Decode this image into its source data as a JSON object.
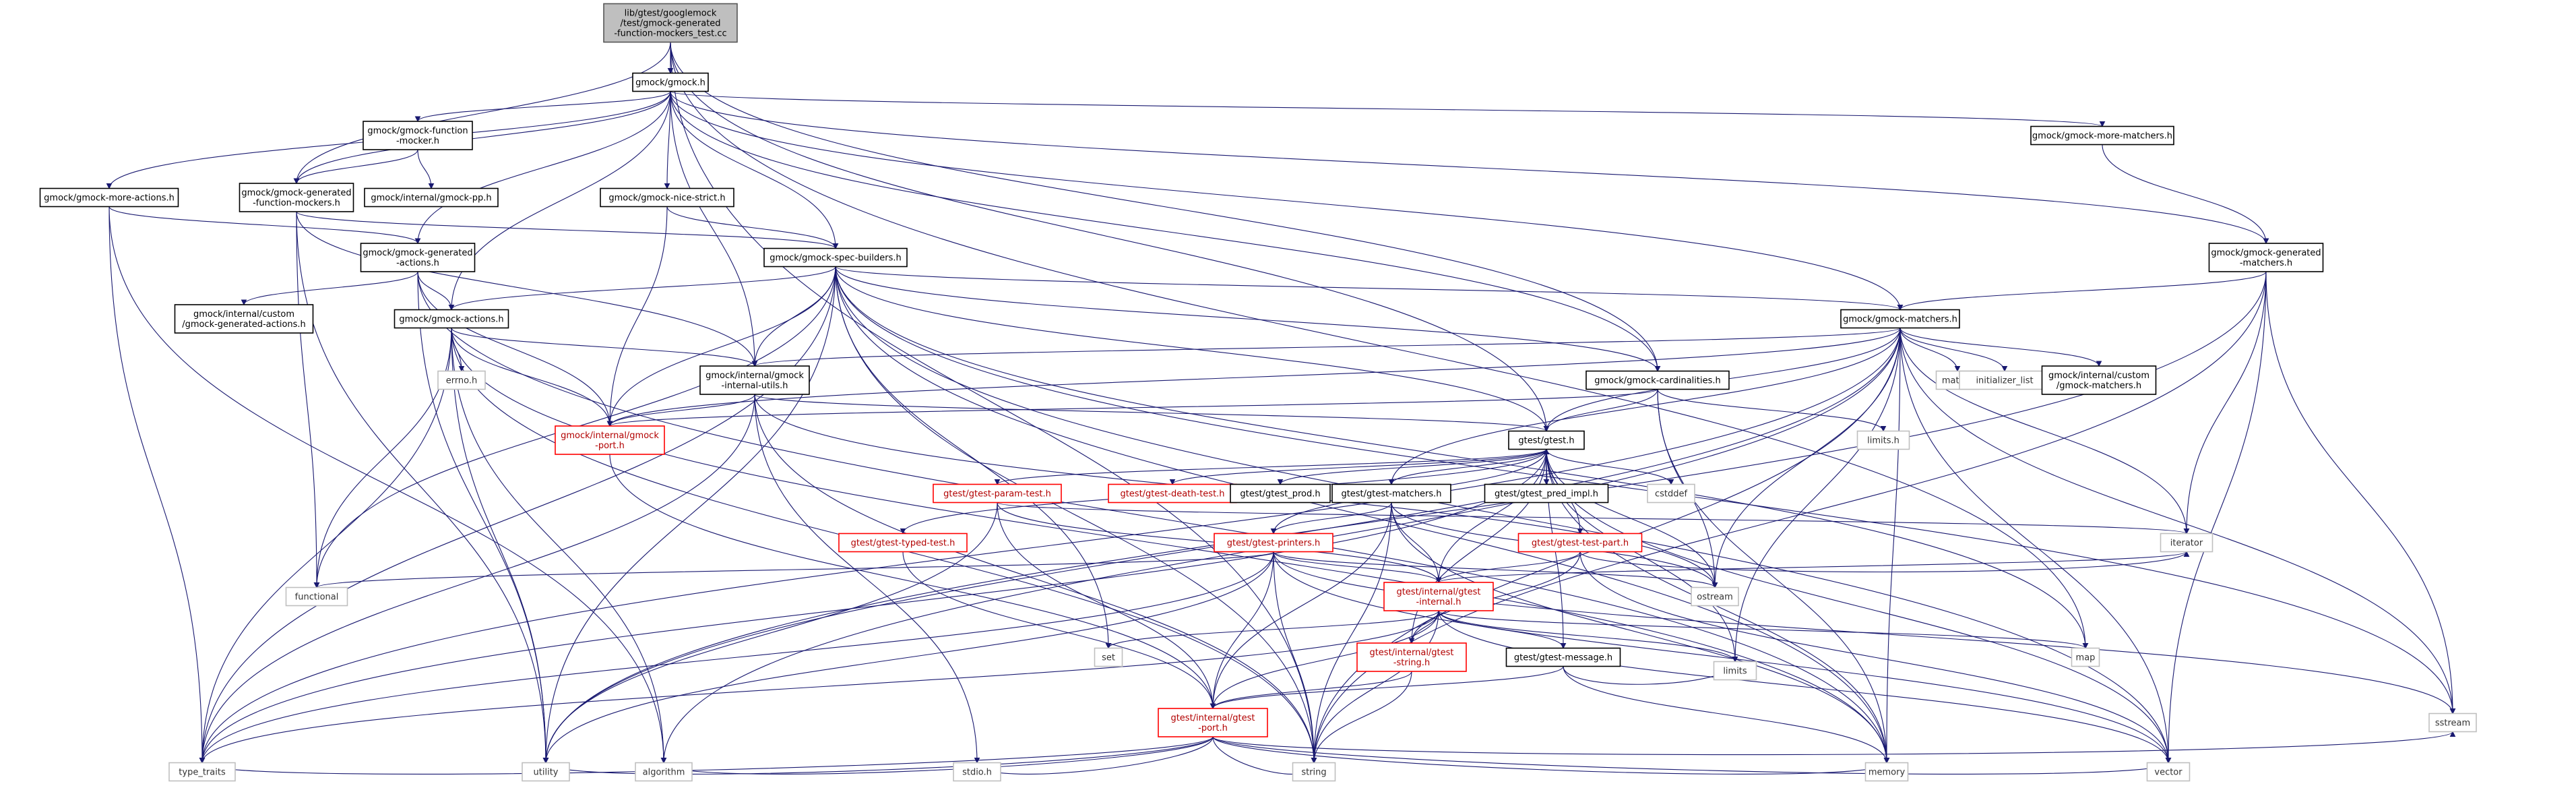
{
  "nodes": [
    {
      "id": "root",
      "lines": [
        "lib/gtest/googlemock",
        "/test/gmock-generated",
        "-function-mockers_test.cc"
      ],
      "style": "root"
    },
    {
      "id": "gmock_h",
      "lines": [
        "gmock/gmock.h"
      ],
      "style": "box"
    },
    {
      "id": "more_actions",
      "lines": [
        "gmock/gmock-more-actions.h"
      ],
      "style": "box"
    },
    {
      "id": "function_mocker",
      "lines": [
        "gmock/gmock-function",
        "-mocker.h"
      ],
      "style": "box"
    },
    {
      "id": "gen_function_mockers",
      "lines": [
        "gmock/gmock-generated",
        "-function-mockers.h"
      ],
      "style": "box"
    },
    {
      "id": "gmock_pp",
      "lines": [
        "gmock/internal/gmock-pp.h"
      ],
      "style": "box"
    },
    {
      "id": "nice_strict",
      "lines": [
        "gmock/gmock-nice-strict.h"
      ],
      "style": "box"
    },
    {
      "id": "more_matchers",
      "lines": [
        "gmock/gmock-more-matchers.h"
      ],
      "style": "box"
    },
    {
      "id": "gen_actions",
      "lines": [
        "gmock/gmock-generated",
        "-actions.h"
      ],
      "style": "box"
    },
    {
      "id": "spec_builders",
      "lines": [
        "gmock/gmock-spec-builders.h"
      ],
      "style": "box"
    },
    {
      "id": "gen_matchers",
      "lines": [
        "gmock/gmock-generated",
        "-matchers.h"
      ],
      "style": "box"
    },
    {
      "id": "custom_gen_actions",
      "lines": [
        "gmock/internal/custom",
        "/gmock-generated-actions.h"
      ],
      "style": "box"
    },
    {
      "id": "gmock_actions",
      "lines": [
        "gmock/gmock-actions.h"
      ],
      "style": "box"
    },
    {
      "id": "gmock_matchers",
      "lines": [
        "gmock/gmock-matchers.h"
      ],
      "style": "box"
    },
    {
      "id": "errno",
      "lines": [
        "errno.h"
      ],
      "style": "nobox"
    },
    {
      "id": "internal_utils",
      "lines": [
        "gmock/internal/gmock",
        "-internal-utils.h"
      ],
      "style": "box"
    },
    {
      "id": "cardinalities",
      "lines": [
        "gmock/gmock-cardinalities.h"
      ],
      "style": "box"
    },
    {
      "id": "math",
      "lines": [
        "math.h"
      ],
      "style": "nobox"
    },
    {
      "id": "init_list",
      "lines": [
        "initializer_list"
      ],
      "style": "nobox"
    },
    {
      "id": "custom_matchers",
      "lines": [
        "gmock/internal/custom",
        "/gmock-matchers.h"
      ],
      "style": "box"
    },
    {
      "id": "gmock_port",
      "lines": [
        "gmock/internal/gmock",
        "-port.h"
      ],
      "style": "red"
    },
    {
      "id": "limits_h",
      "lines": [
        "limits.h"
      ],
      "style": "nobox"
    },
    {
      "id": "gtest_h",
      "lines": [
        "gtest/gtest.h"
      ],
      "style": "box"
    },
    {
      "id": "param_test",
      "lines": [
        "gtest/gtest-param-test.h"
      ],
      "style": "red"
    },
    {
      "id": "death_test",
      "lines": [
        "gtest/gtest-death-test.h"
      ],
      "style": "red"
    },
    {
      "id": "gtest_prod",
      "lines": [
        "gtest/gtest_prod.h"
      ],
      "style": "box"
    },
    {
      "id": "gtest_matchers",
      "lines": [
        "gtest/gtest-matchers.h"
      ],
      "style": "box"
    },
    {
      "id": "pred_impl",
      "lines": [
        "gtest/gtest_pred_impl.h"
      ],
      "style": "box"
    },
    {
      "id": "cstddef",
      "lines": [
        "cstddef"
      ],
      "style": "nobox"
    },
    {
      "id": "iterator",
      "lines": [
        "iterator"
      ],
      "style": "nobox"
    },
    {
      "id": "typed_test",
      "lines": [
        "gtest/gtest-typed-test.h"
      ],
      "style": "red"
    },
    {
      "id": "gtest_printers",
      "lines": [
        "gtest/gtest-printers.h"
      ],
      "style": "red"
    },
    {
      "id": "test_part",
      "lines": [
        "gtest/gtest-test-part.h"
      ],
      "style": "red"
    },
    {
      "id": "functional",
      "lines": [
        "functional"
      ],
      "style": "nobox"
    },
    {
      "id": "ostream",
      "lines": [
        "ostream"
      ],
      "style": "nobox"
    },
    {
      "id": "gtest_internal",
      "lines": [
        "gtest/internal/gtest",
        "-internal.h"
      ],
      "style": "red"
    },
    {
      "id": "map",
      "lines": [
        "map"
      ],
      "style": "nobox"
    },
    {
      "id": "set",
      "lines": [
        "set"
      ],
      "style": "nobox"
    },
    {
      "id": "gtest_string",
      "lines": [
        "gtest/internal/gtest",
        "-string.h"
      ],
      "style": "red"
    },
    {
      "id": "gtest_message",
      "lines": [
        "gtest/gtest-message.h"
      ],
      "style": "box"
    },
    {
      "id": "limits",
      "lines": [
        "limits"
      ],
      "style": "nobox"
    },
    {
      "id": "gtest_port",
      "lines": [
        "gtest/internal/gtest",
        "-port.h"
      ],
      "style": "red"
    },
    {
      "id": "sstream",
      "lines": [
        "sstream"
      ],
      "style": "nobox"
    },
    {
      "id": "type_traits",
      "lines": [
        "type_traits"
      ],
      "style": "nobox"
    },
    {
      "id": "utility",
      "lines": [
        "utility"
      ],
      "style": "nobox"
    },
    {
      "id": "algorithm",
      "lines": [
        "algorithm"
      ],
      "style": "nobox"
    },
    {
      "id": "stdio",
      "lines": [
        "stdio.h"
      ],
      "style": "nobox"
    },
    {
      "id": "string",
      "lines": [
        "string"
      ],
      "style": "nobox"
    },
    {
      "id": "memory",
      "lines": [
        "memory"
      ],
      "style": "nobox"
    },
    {
      "id": "vector",
      "lines": [
        "vector"
      ],
      "style": "nobox"
    }
  ],
  "edges": [
    [
      "root",
      "gmock_h"
    ],
    [
      "root",
      "gen_function_mockers"
    ],
    [
      "root",
      "gtest_h"
    ],
    [
      "root",
      "cardinalities"
    ],
    [
      "root",
      "map"
    ],
    [
      "root",
      "string"
    ],
    [
      "gmock_h",
      "more_actions"
    ],
    [
      "gmock_h",
      "function_mocker"
    ],
    [
      "gmock_h",
      "gen_function_mockers"
    ],
    [
      "gmock_h",
      "nice_strict"
    ],
    [
      "gmock_h",
      "more_matchers"
    ],
    [
      "gmock_h",
      "gen_actions"
    ],
    [
      "gmock_h",
      "gmock_actions"
    ],
    [
      "gmock_h",
      "gen_matchers"
    ],
    [
      "gmock_h",
      "gmock_matchers"
    ],
    [
      "gmock_h",
      "internal_utils"
    ],
    [
      "gmock_h",
      "cardinalities"
    ],
    [
      "gmock_h",
      "spec_builders"
    ],
    [
      "function_mocker",
      "gen_function_mockers"
    ],
    [
      "function_mocker",
      "gmock_pp"
    ],
    [
      "more_actions",
      "gen_actions"
    ],
    [
      "more_actions",
      "type_traits"
    ],
    [
      "more_actions",
      "algorithm"
    ],
    [
      "gen_function_mockers",
      "spec_builders"
    ],
    [
      "gen_function_mockers",
      "internal_utils"
    ],
    [
      "gen_function_mockers",
      "functional"
    ],
    [
      "gen_function_mockers",
      "utility"
    ],
    [
      "nice_strict",
      "spec_builders"
    ],
    [
      "nice_strict",
      "gmock_port"
    ],
    [
      "more_matchers",
      "gen_matchers"
    ],
    [
      "gen_actions",
      "custom_gen_actions"
    ],
    [
      "gen_actions",
      "gmock_actions"
    ],
    [
      "gen_actions",
      "gmock_port"
    ],
    [
      "gen_actions",
      "memory"
    ],
    [
      "gen_actions",
      "utility"
    ],
    [
      "spec_builders",
      "gmock_actions"
    ],
    [
      "spec_builders",
      "gmock_matchers"
    ],
    [
      "spec_builders",
      "internal_utils"
    ],
    [
      "spec_builders",
      "cardinalities"
    ],
    [
      "spec_builders",
      "gmock_port"
    ],
    [
      "spec_builders",
      "gtest_h"
    ],
    [
      "spec_builders",
      "functional"
    ],
    [
      "spec_builders",
      "type_traits"
    ],
    [
      "spec_builders",
      "utility"
    ],
    [
      "spec_builders",
      "string"
    ],
    [
      "spec_builders",
      "set"
    ],
    [
      "spec_builders",
      "memory"
    ],
    [
      "spec_builders",
      "vector"
    ],
    [
      "spec_builders",
      "sstream"
    ],
    [
      "spec_builders",
      "map"
    ],
    [
      "gen_matchers",
      "gmock_matchers"
    ],
    [
      "gen_matchers",
      "iterator"
    ],
    [
      "gen_matchers",
      "sstream"
    ],
    [
      "gen_matchers",
      "string"
    ],
    [
      "gen_matchers",
      "vector"
    ],
    [
      "gen_matchers",
      "utility"
    ],
    [
      "gmock_actions",
      "errno"
    ],
    [
      "gmock_actions",
      "internal_utils"
    ],
    [
      "gmock_actions",
      "gmock_port"
    ],
    [
      "gmock_actions",
      "functional"
    ],
    [
      "gmock_actions",
      "memory"
    ],
    [
      "gmock_actions",
      "string"
    ],
    [
      "gmock_actions",
      "type_traits"
    ],
    [
      "gmock_actions",
      "utility"
    ],
    [
      "gmock_actions",
      "algorithm"
    ],
    [
      "gmock_matchers",
      "internal_utils"
    ],
    [
      "gmock_matchers",
      "gmock_port"
    ],
    [
      "gmock_matchers",
      "gtest_h"
    ],
    [
      "gmock_matchers",
      "math"
    ],
    [
      "gmock_matchers",
      "init_list"
    ],
    [
      "gmock_matchers",
      "custom_matchers"
    ],
    [
      "gmock_matchers",
      "iterator"
    ],
    [
      "gmock_matchers",
      "limits"
    ],
    [
      "gmock_matchers",
      "memory"
    ],
    [
      "gmock_matchers",
      "ostream"
    ],
    [
      "gmock_matchers",
      "sstream"
    ],
    [
      "gmock_matchers",
      "string"
    ],
    [
      "gmock_matchers",
      "type_traits"
    ],
    [
      "gmock_matchers",
      "utility"
    ],
    [
      "gmock_matchers",
      "vector"
    ],
    [
      "gmock_matchers",
      "gtest_matchers"
    ],
    [
      "gmock_matchers",
      "algorithm"
    ],
    [
      "internal_utils",
      "gmock_port"
    ],
    [
      "internal_utils",
      "gtest_h"
    ],
    [
      "internal_utils",
      "stdio"
    ],
    [
      "internal_utils",
      "ostream"
    ],
    [
      "internal_utils",
      "string"
    ],
    [
      "internal_utils",
      "type_traits"
    ],
    [
      "cardinalities",
      "gmock_port"
    ],
    [
      "cardinalities",
      "gtest_h"
    ],
    [
      "cardinalities",
      "limits_h"
    ],
    [
      "cardinalities",
      "memory"
    ],
    [
      "cardinalities",
      "ostream"
    ],
    [
      "gmock_port",
      "gtest_port"
    ],
    [
      "gtest_h",
      "param_test"
    ],
    [
      "gtest_h",
      "death_test"
    ],
    [
      "gtest_h",
      "gtest_prod"
    ],
    [
      "gtest_h",
      "gtest_matchers"
    ],
    [
      "gtest_h",
      "pred_impl"
    ],
    [
      "gtest_h",
      "cstddef"
    ],
    [
      "gtest_h",
      "typed_test"
    ],
    [
      "gtest_h",
      "gtest_printers"
    ],
    [
      "gtest_h",
      "test_part"
    ],
    [
      "gtest_h",
      "gtest_internal"
    ],
    [
      "gtest_h",
      "gtest_string"
    ],
    [
      "gtest_h",
      "gtest_message"
    ],
    [
      "gtest_h",
      "limits"
    ],
    [
      "gtest_h",
      "ostream"
    ],
    [
      "gtest_h",
      "memory"
    ],
    [
      "gtest_h",
      "vector"
    ],
    [
      "gtest_h",
      "type_traits"
    ],
    [
      "pred_impl",
      "gtest_h"
    ],
    [
      "param_test",
      "iterator"
    ],
    [
      "param_test",
      "gtest_internal"
    ],
    [
      "param_test",
      "gtest_port"
    ],
    [
      "param_test",
      "utility"
    ],
    [
      "typed_test",
      "gtest_port"
    ],
    [
      "gtest_matchers",
      "gtest_printers"
    ],
    [
      "gtest_matchers",
      "gtest_internal"
    ],
    [
      "gtest_matchers",
      "gtest_port"
    ],
    [
      "gtest_matchers",
      "memory"
    ],
    [
      "gtest_matchers",
      "ostream"
    ],
    [
      "gtest_matchers",
      "string"
    ],
    [
      "gtest_printers",
      "functional"
    ],
    [
      "gtest_printers",
      "ostream"
    ],
    [
      "gtest_printers",
      "sstream"
    ],
    [
      "gtest_printers",
      "string"
    ],
    [
      "gtest_printers",
      "utility"
    ],
    [
      "gtest_printers",
      "vector"
    ],
    [
      "gtest_printers",
      "gtest_internal"
    ],
    [
      "gtest_printers",
      "gtest_port"
    ],
    [
      "gtest_printers",
      "type_traits"
    ],
    [
      "test_part",
      "iterator"
    ],
    [
      "test_part",
      "gtest_internal"
    ],
    [
      "test_part",
      "gtest_string"
    ],
    [
      "test_part",
      "vector"
    ],
    [
      "gtest_internal",
      "gtest_port"
    ],
    [
      "gtest_internal",
      "gtest_message"
    ],
    [
      "gtest_internal",
      "gtest_string"
    ],
    [
      "gtest_internal",
      "map"
    ],
    [
      "gtest_internal",
      "set"
    ],
    [
      "gtest_internal",
      "string"
    ],
    [
      "gtest_internal",
      "type_traits"
    ],
    [
      "gtest_internal",
      "vector"
    ],
    [
      "gtest_internal",
      "limits"
    ],
    [
      "gtest_internal",
      "iterator"
    ],
    [
      "gtest_string",
      "gtest_port"
    ],
    [
      "gtest_string",
      "string"
    ],
    [
      "gtest_message",
      "limits"
    ],
    [
      "gtest_message",
      "gtest_port"
    ],
    [
      "gtest_message",
      "memory"
    ],
    [
      "gtest_port",
      "stdio"
    ],
    [
      "gtest_port",
      "string"
    ],
    [
      "gtest_port",
      "memory"
    ],
    [
      "gtest_port",
      "type_traits"
    ],
    [
      "gtest_port",
      "utility"
    ],
    [
      "gtest_port",
      "vector"
    ],
    [
      "gtest_port",
      "sstream"
    ],
    [
      "gtest_port",
      "algorithm"
    ]
  ]
}
